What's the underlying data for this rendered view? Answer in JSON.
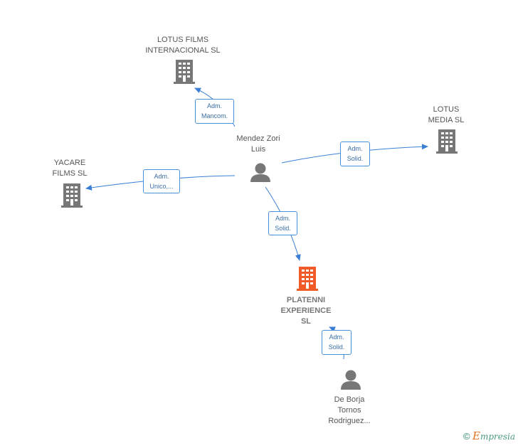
{
  "nodes": {
    "lotus_films": {
      "label": "LOTUS FILMS\nINTERNACIONAL SL",
      "type": "company"
    },
    "lotus_media": {
      "label": "LOTUS\nMEDIA  SL",
      "type": "company"
    },
    "yacare": {
      "label": "YACARE\nFILMS SL",
      "type": "company"
    },
    "mendez": {
      "label": "Mendez Zori\nLuis",
      "type": "person"
    },
    "platenni": {
      "label": "PLATENNI\nEXPERIENCE\nSL",
      "type": "company-main"
    },
    "de_borja": {
      "label": "De Borja\nTornos\nRodriguez...",
      "type": "person"
    }
  },
  "edges": {
    "mendez_lotus_films": "Adm.\nMancom.",
    "mendez_lotus_media": "Adm.\nSolid.",
    "mendez_yacare": "Adm.\nUnico,...",
    "mendez_platenni": "Adm.\nSolid.",
    "deborja_platenni": "Adm.\nSolid."
  },
  "colors": {
    "edge": "#3a7fd5",
    "company_icon": "#777777",
    "main_company_icon": "#f05a28",
    "person_icon": "#777777"
  },
  "footer": {
    "copyright": "©",
    "brand_initial": "E",
    "brand_rest": "mpresia"
  }
}
